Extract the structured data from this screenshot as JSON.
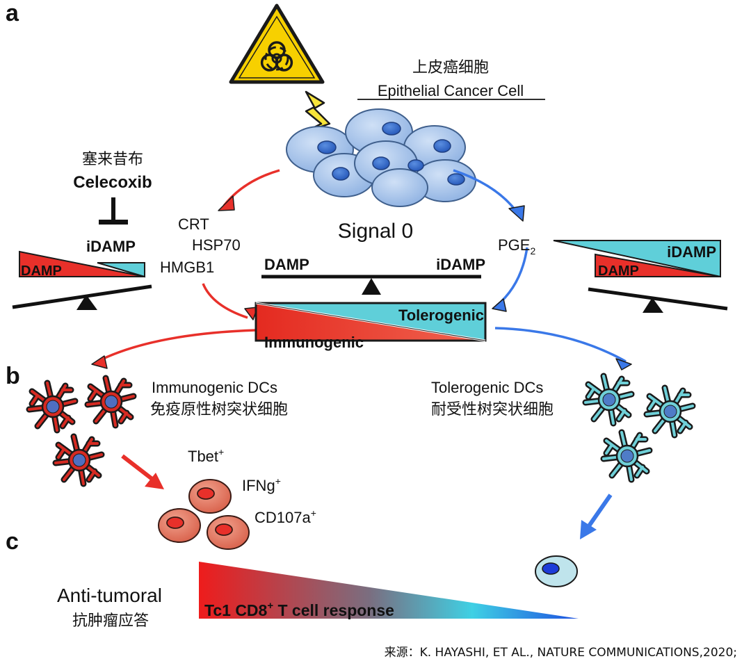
{
  "panels": {
    "a": "a",
    "b": "b",
    "c": "c"
  },
  "top": {
    "cancer_cn": "上皮癌细胞",
    "cancer_en": "Epithelial Cancer Cell",
    "signal": "Signal 0"
  },
  "left": {
    "drug_cn": "塞来昔布",
    "drug_en": "Celecoxib",
    "idamp": "iDAMP",
    "damp": "DAMP",
    "markers": [
      "CRT",
      "HSP70",
      "HMGB1"
    ]
  },
  "center": {
    "damp": "DAMP",
    "idamp": "iDAMP",
    "tolerogenic": "Tolerogenic",
    "immunogenic": "Immunogenic"
  },
  "right": {
    "pge2_base": "PGE",
    "pge2_sub": "2",
    "idamp": "iDAMP",
    "damp": "DAMP"
  },
  "dcs": {
    "immuno_en": "Immunogenic DCs",
    "immuno_cn": "免疫原性树突状细胞",
    "tolero_en": "Tolerogenic DCs",
    "tolero_cn": "耐受性树突状细胞"
  },
  "tcells": {
    "labels": [
      {
        "base": "Tbet",
        "sup": "+"
      },
      {
        "base": "IFNg",
        "sup": "+"
      },
      {
        "base": "CD107a",
        "sup": "+"
      }
    ]
  },
  "response": {
    "anti_en": "Anti-tumoral",
    "anti_cn": "抗肿瘤应答",
    "bar_pre": "Tc1 CD8",
    "bar_sup": "+",
    "bar_post": " T cell response"
  },
  "source": "来源：K. HAYASHI, ET AL., NATURE COMMUNICATIONS,2020;",
  "colors": {
    "red": "#e8302a",
    "cyan": "#5fcfd9",
    "blue": "#3a78e8",
    "cell_blue": "#a8c6ec",
    "nucleus": "#2f66c8",
    "tcell": "#e07a64",
    "hazard": "#f7d000"
  }
}
